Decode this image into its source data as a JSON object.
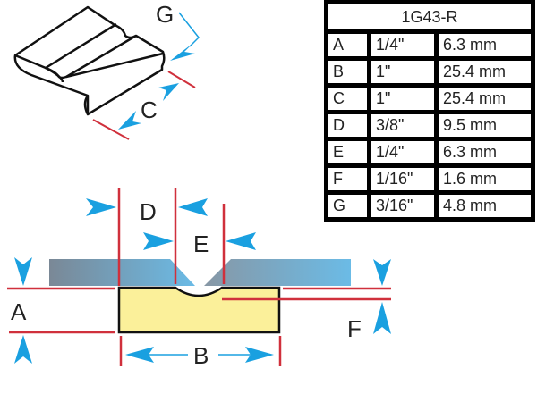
{
  "table": {
    "title": "1G43-R",
    "rows": [
      {
        "key": "A",
        "inch": "1/4\"",
        "mm": "6.3 mm"
      },
      {
        "key": "B",
        "inch": "1\"",
        "mm": "25.4 mm"
      },
      {
        "key": "C",
        "inch": "1\"",
        "mm": "25.4 mm"
      },
      {
        "key": "D",
        "inch": "3/8\"",
        "mm": "9.5 mm"
      },
      {
        "key": "E",
        "inch": "1/4\"",
        "mm": "6.3 mm"
      },
      {
        "key": "F",
        "inch": "1/16\"",
        "mm": "1.6 mm"
      },
      {
        "key": "G",
        "inch": "3/16\"",
        "mm": "4.8 mm"
      }
    ]
  },
  "labels": {
    "A": "A",
    "B": "B",
    "C": "C",
    "D": "D",
    "E": "E",
    "F": "F",
    "G": "G"
  },
  "colors": {
    "dimension_line": "#d0303c",
    "arrow": "#1aa0e0",
    "backing": "#fbf09a",
    "plate_dark": "#7a8fa0",
    "plate_light": "#6fb6e0",
    "outline": "#111111"
  }
}
